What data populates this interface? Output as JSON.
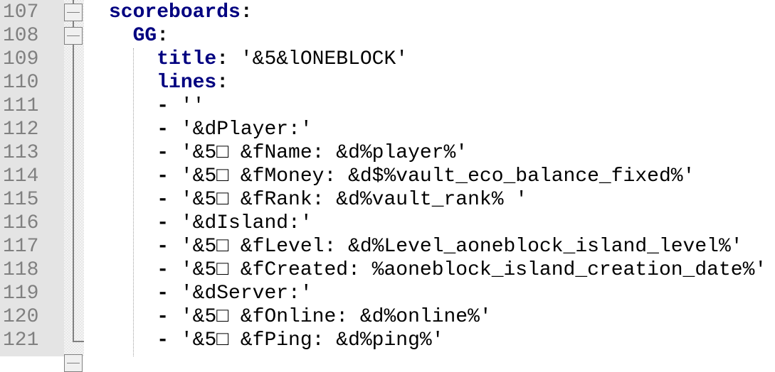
{
  "editor": {
    "language": "yaml",
    "lines": [
      {
        "number": "107",
        "indent": "",
        "key": "scoreboards",
        "colon": ":"
      },
      {
        "number": "108",
        "indent": "  ",
        "key": "GG",
        "colon": ":"
      },
      {
        "number": "109",
        "indent": "    ",
        "key": "title",
        "colon": ":",
        "value": " '&5&lONEBLOCK'"
      },
      {
        "number": "110",
        "indent": "    ",
        "key": "lines",
        "colon": ":"
      },
      {
        "number": "111",
        "indent": "    ",
        "dash": "-",
        "value": " ''"
      },
      {
        "number": "112",
        "indent": "    ",
        "dash": "-",
        "value": " '&dPlayer:'"
      },
      {
        "number": "113",
        "indent": "    ",
        "dash": "-",
        "value": " '&5□ &fName: &d%player%'"
      },
      {
        "number": "114",
        "indent": "    ",
        "dash": "-",
        "value": " '&5□ &fMoney: &d$%vault_eco_balance_fixed%'"
      },
      {
        "number": "115",
        "indent": "    ",
        "dash": "-",
        "value": " '&5□ &fRank: &d%vault_rank% '"
      },
      {
        "number": "116",
        "indent": "    ",
        "dash": "-",
        "value": " '&dIsland:'"
      },
      {
        "number": "117",
        "indent": "    ",
        "dash": "-",
        "value": " '&5□ &fLevel: &d%Level_aoneblock_island_level%'"
      },
      {
        "number": "118",
        "indent": "    ",
        "dash": "-",
        "value": " '&5□ &fCreated: %aoneblock_island_creation_date%'"
      },
      {
        "number": "119",
        "indent": "    ",
        "dash": "-",
        "value": " '&dServer:'"
      },
      {
        "number": "120",
        "indent": "    ",
        "dash": "-",
        "value": " '&5□ &fOnline: &d%online%'"
      },
      {
        "number": "121",
        "indent": "    ",
        "dash": "-",
        "value": " '&5□ &fPing: &d%ping%'"
      }
    ]
  },
  "colors": {
    "key": "#000080",
    "line_number": "#808080",
    "gutter": "#e4e4e4",
    "fold_marker": "#808080",
    "text": "#000000"
  },
  "icons": {
    "fold_open": "fold-minus-icon"
  }
}
